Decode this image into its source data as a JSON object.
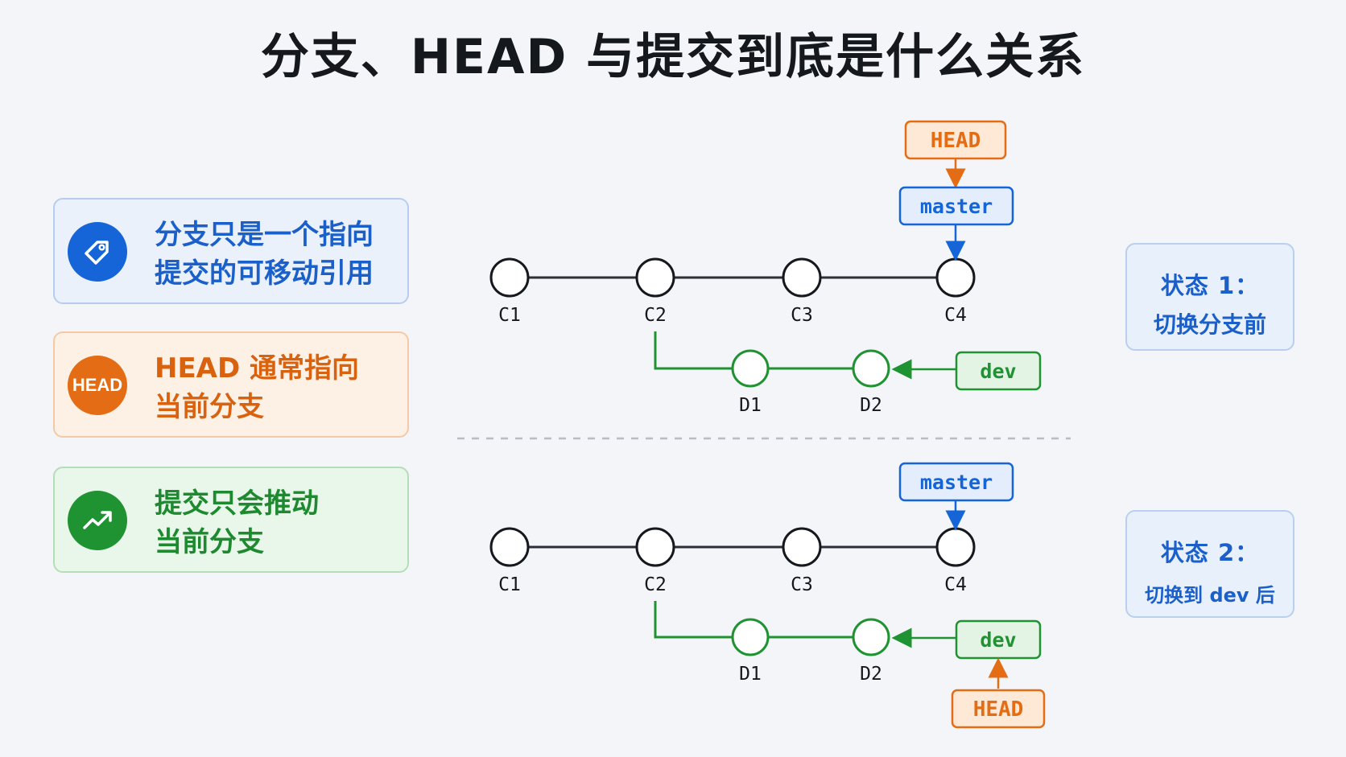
{
  "title": "分支、HEAD 与提交到底是什么关系",
  "cards": [
    {
      "icon": "tag-icon",
      "lines": [
        "分支只是一个指向",
        "提交的可移动引用"
      ],
      "color": "#1565d8"
    },
    {
      "icon": "head-badge-icon",
      "icon_text": "HEAD",
      "lines": [
        "HEAD 通常指向",
        "当前分支"
      ],
      "color": "#e36c14"
    },
    {
      "icon": "trend-up-icon",
      "lines": [
        "提交只会推动",
        "当前分支"
      ],
      "color": "#1f9232"
    }
  ],
  "states": [
    {
      "line1": "状态 1：",
      "line2": "切换分支前"
    },
    {
      "line1": "状态 2：",
      "line2": "切换到 dev 后"
    }
  ],
  "diagram": {
    "main_commits": [
      "C1",
      "C2",
      "C3",
      "C4"
    ],
    "branch_commits": [
      "D1",
      "D2"
    ],
    "refs": {
      "head": "HEAD",
      "master": "master",
      "dev": "dev"
    },
    "state1": {
      "head_points_to": "master"
    },
    "state2": {
      "head_points_to": "dev"
    }
  },
  "colors": {
    "blue": "#1565d8",
    "orange": "#e36c14",
    "green": "#1f9232",
    "line": "#2b2f36"
  }
}
